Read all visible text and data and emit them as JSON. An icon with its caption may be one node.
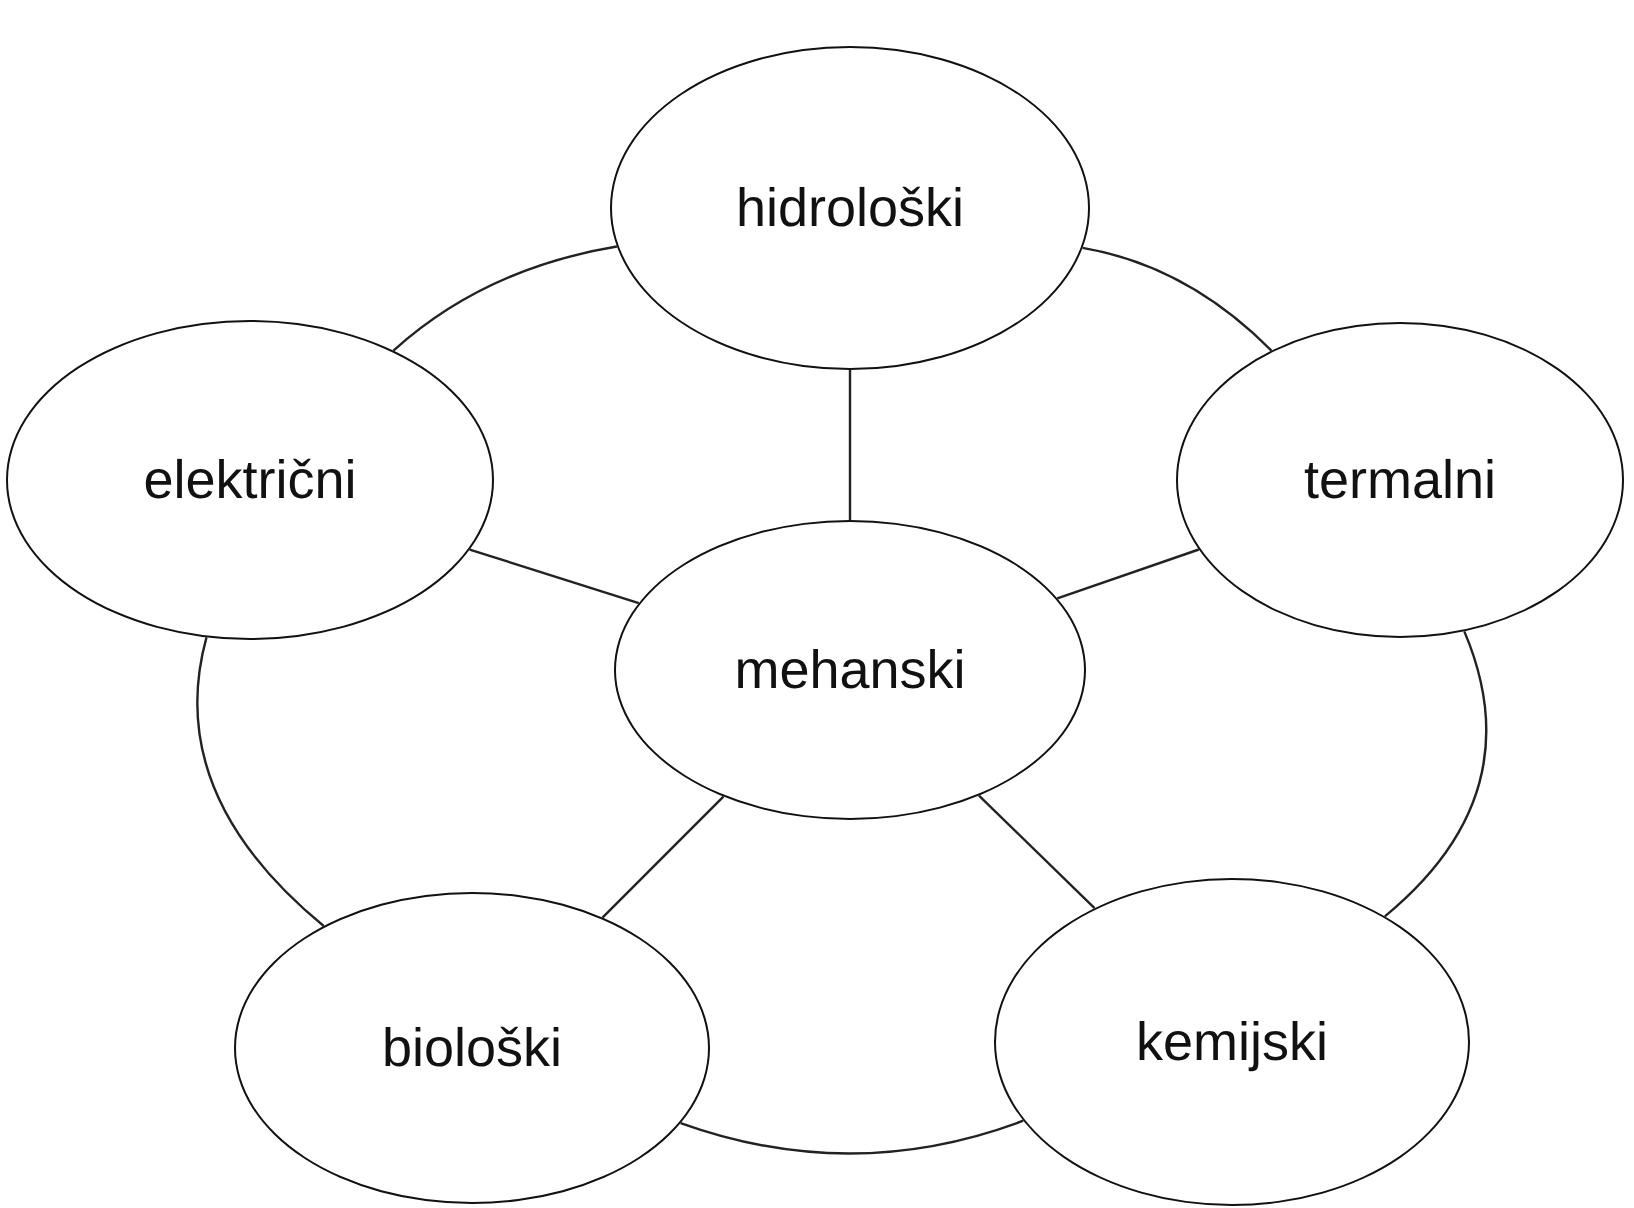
{
  "diagram": {
    "nodes": [
      {
        "text": [
          "hidrološki"
        ]
      },
      {
        "text": [
          "električni"
        ]
      },
      {
        "text": [
          "termalni"
        ]
      },
      {
        "text": [
          "mehanski"
        ]
      },
      {
        "text": [
          "biološki"
        ]
      },
      {
        "text": [
          "kemijski"
        ]
      }
    ],
    "edges": [
      {
        "from": 0,
        "to": 2,
        "arrow": "none"
      },
      {
        "from": 2,
        "to": 5,
        "arrow": "none"
      },
      {
        "from": 5,
        "to": 4,
        "arrow": "none"
      },
      {
        "from": 4,
        "to": 1,
        "arrow": "none"
      },
      {
        "from": 1,
        "to": 0,
        "arrow": "none"
      },
      {
        "from": 3,
        "to": 0,
        "arrow": "none"
      },
      {
        "from": 3,
        "to": 1,
        "arrow": "none"
      },
      {
        "from": 3,
        "to": 2,
        "arrow": "none"
      },
      {
        "from": 3,
        "to": 4,
        "arrow": "none"
      },
      {
        "from": 3,
        "to": 5,
        "arrow": "none"
      }
    ]
  }
}
